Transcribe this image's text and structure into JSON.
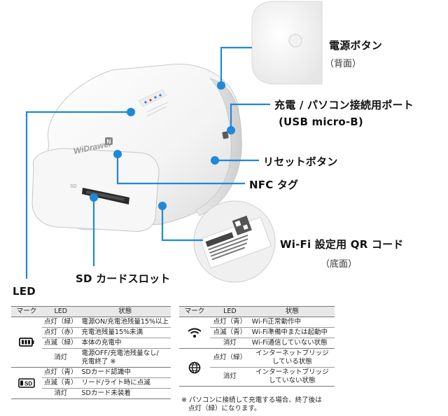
{
  "callouts": {
    "power_button": "電源ボタン",
    "power_button_note": "（背面）",
    "charge_port": "充電 / パソコン接続用ポート",
    "charge_port_note": "(USB micro-B)",
    "reset_button": "リセットボタン",
    "nfc_tag": "NFC タグ",
    "qr_code": "Wi-Fi 設定用 QR コード",
    "qr_code_note": "（底面）",
    "sd_slot": "SD カードスロット",
    "led": "LED"
  },
  "device": {
    "brand": "WiDrawer",
    "sd_label": "SD"
  },
  "colors": {
    "callout_dot": "#1f88d8",
    "callout_line": "#1f88d8",
    "table_header_bg": "#e8e8e8"
  },
  "left_table": {
    "headers": [
      "マーク",
      "LED",
      "状態"
    ],
    "groups": [
      {
        "icon": "battery-icon",
        "rows": [
          {
            "led": "点灯（緑）",
            "state": "電源ON/充電池残量15%以上"
          },
          {
            "led": "点灯（赤）",
            "state": "充電池残量15%未満"
          },
          {
            "led": "点滅（緑）",
            "state": "本体の充電中"
          },
          {
            "led": "消灯",
            "state": "電源OFF/充電池残量なし/",
            "state2": "充電終了 ※"
          }
        ]
      },
      {
        "icon": "sd-card-icon",
        "rows": [
          {
            "led": "点灯（青）",
            "state": "SDカード認識中"
          },
          {
            "led": "点滅（青）",
            "state": "リード/ライト時に点滅"
          },
          {
            "led": "消灯",
            "state": "SDカード未装着"
          }
        ]
      }
    ]
  },
  "right_table": {
    "headers": [
      "マーク",
      "LED",
      "状態"
    ],
    "groups": [
      {
        "icon": "wifi-icon",
        "rows": [
          {
            "led": "点灯（青）",
            "state": "Wi-Fi正常動作中"
          },
          {
            "led": "点滅（青）",
            "state": "Wi-Fi準備中または起動中"
          },
          {
            "led": "消灯",
            "state": "Wi-Fi通信していない状態"
          }
        ]
      },
      {
        "icon": "globe-icon",
        "rows": [
          {
            "led": "点灯（緑）",
            "state": "インターネットブリッジ",
            "state2": "している状態"
          },
          {
            "led": "消灯",
            "state": "インターネットブリッジ",
            "state2": "していない状態"
          }
        ]
      }
    ]
  },
  "footnote": {
    "line1": "※ パソコンに接続して充電する場合、終了後は",
    "line2": "点灯（緑）になります。"
  }
}
